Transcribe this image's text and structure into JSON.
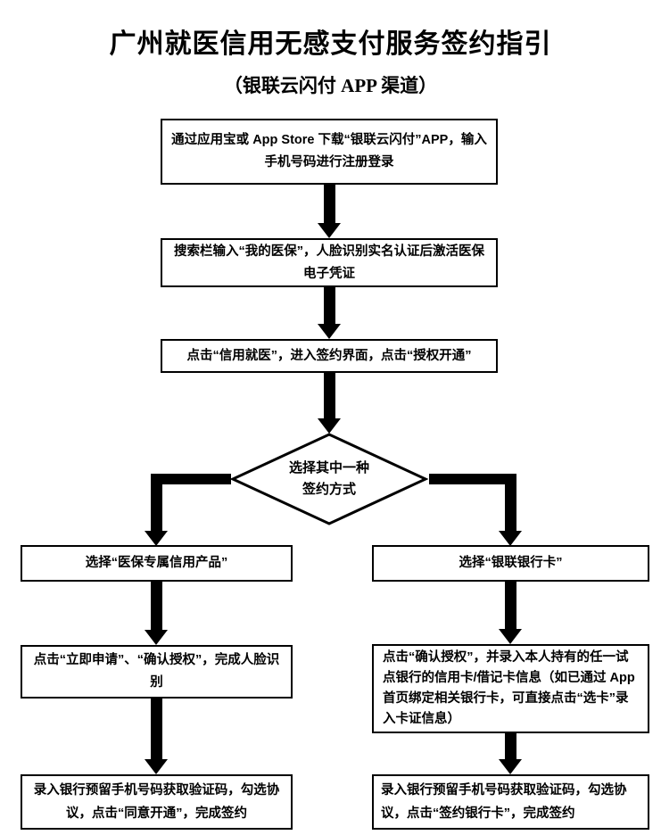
{
  "page": {
    "title": "广州就医信用无感支付服务签约指引",
    "subtitle": "（银联云闪付 APP 渠道）"
  },
  "colors": {
    "line": "#000000",
    "background": "#ffffff",
    "text": "#000000"
  },
  "flow": {
    "step_download": "通过应用宝或 App Store 下载“银联云闪付”APP，输入手机号码进行注册登录",
    "step_activate": "搜索栏输入“我的医保”，人脸识别实名认证后激活医保电子凭证",
    "step_credit": "点击“信用就医”，进入签约界面，点击“授权开通”",
    "decision": "选择其中一种签约方式",
    "left_branch": {
      "select": "选择“医保专属信用产品”",
      "apply": "点击“立即申请”、“确认授权”，完成人脸识别",
      "sign": "录入银行预留手机号码获取验证码，勾选协议，点击“同意开通”，完成签约"
    },
    "right_branch": {
      "select": "选择“银联银行卡”",
      "confirm": "点击“确认授权”，并录入本人持有的任一试点银行的信用卡/借记卡信息（如已通过 App 首页绑定相关银行卡，可直接点击“选卡”录入卡证信息）",
      "sign": "录入银行预留手机号码获取验证码，勾选协议，点击“签约银行卡”，完成签约"
    }
  }
}
